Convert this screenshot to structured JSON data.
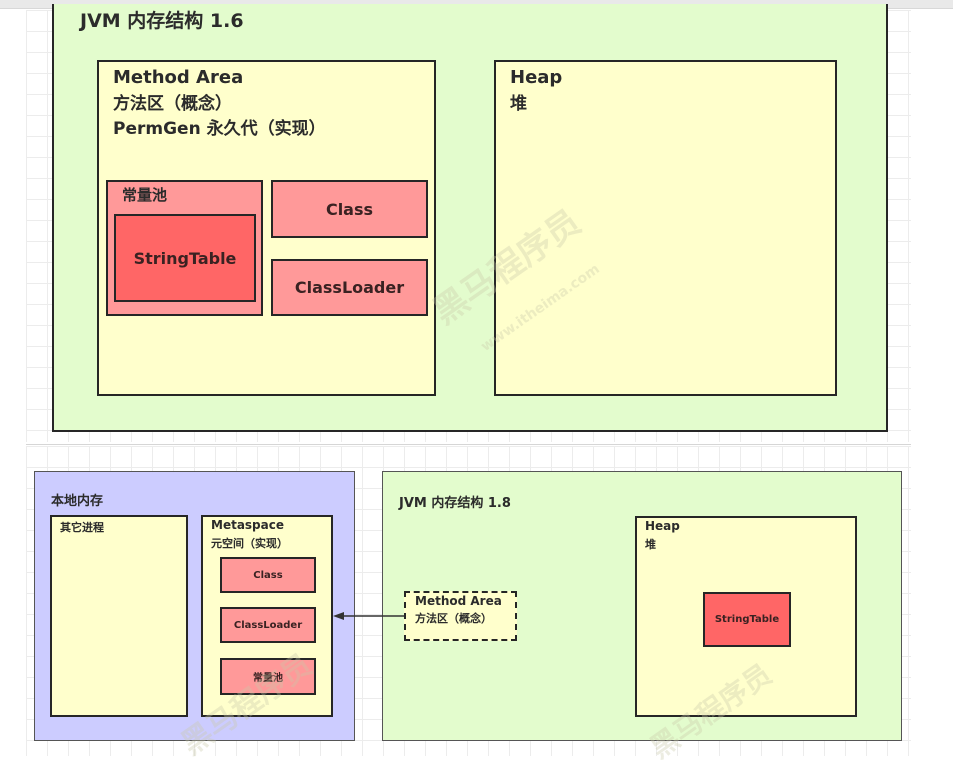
{
  "watermark": {
    "brand": "黑马程序员",
    "url": "www.itheima.com"
  },
  "jvm16": {
    "title": "JVM 内存结构 1.6",
    "method_area": {
      "line1": "Method Area",
      "line2": "方法区（概念）",
      "line3": "PermGen 永久代（实现）",
      "constant_pool": "常量池",
      "string_table": "StringTable",
      "class": "Class",
      "class_loader": "ClassLoader"
    },
    "heap": {
      "line1": "Heap",
      "line2": "堆"
    }
  },
  "native": {
    "title": "本地内存",
    "other_process": "其它进程",
    "metaspace": {
      "line1": "Metaspace",
      "line2": "元空间（实现）",
      "class": "Class",
      "class_loader": "ClassLoader",
      "constant_pool": "常量池"
    }
  },
  "jvm18": {
    "title": "JVM 内存结构 1.8",
    "method_area": {
      "line1": "Method Area",
      "line2": "方法区（概念）"
    },
    "heap": {
      "line1": "Heap",
      "line2": "堆",
      "string_table": "StringTable"
    }
  },
  "colors": {
    "jvm_bg": "#e3fccd",
    "area_bg": "#ffffcc",
    "item_bg": "#ff9999",
    "string_table_bg": "#ff6666",
    "native_bg": "#ccccff"
  }
}
